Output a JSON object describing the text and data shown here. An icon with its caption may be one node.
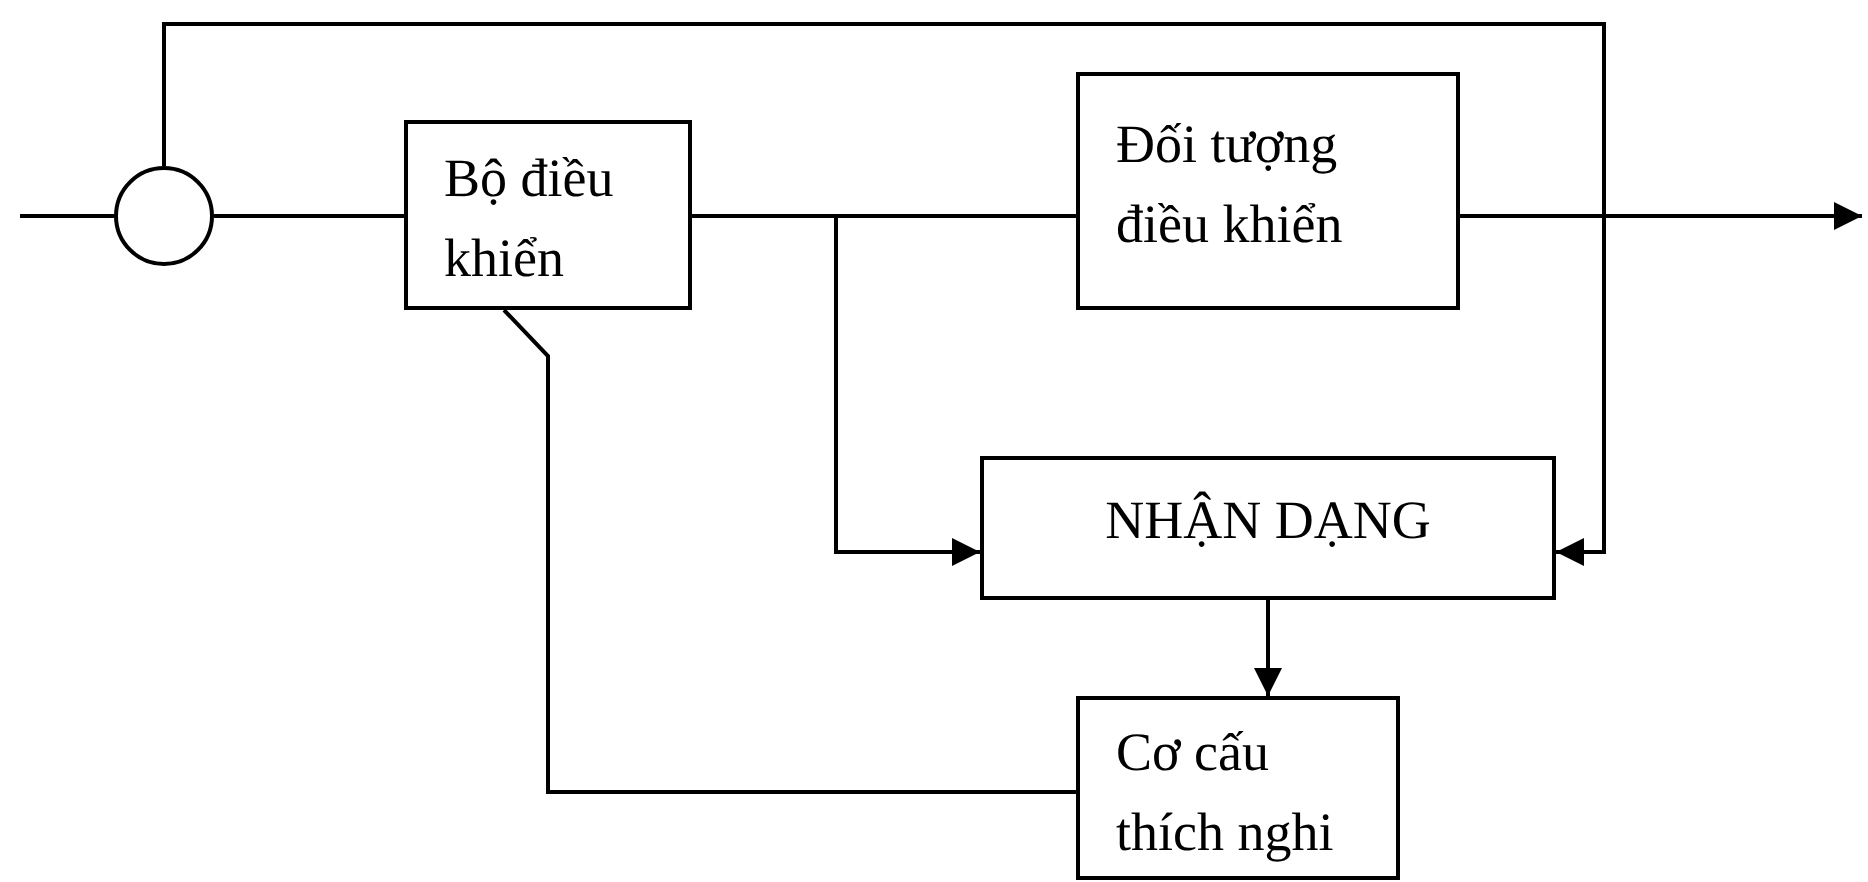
{
  "diagram": {
    "nodes": [
      {
        "text": [],
        "shape": "circle"
      },
      {
        "text": [
          "Bộ điều khiển"
        ]
      },
      {
        "text": [
          "Đối tượng điều khiển"
        ]
      },
      {
        "text": [
          "NHẬN DẠNG"
        ]
      },
      {
        "text": [
          "Cơ cấu thích nghi"
        ]
      }
    ],
    "edges": [
      {
        "from": null,
        "to": 0,
        "arrow": "none"
      },
      {
        "from": 0,
        "to": 1,
        "arrow": "none"
      },
      {
        "from": 1,
        "to": 2,
        "arrow": "none"
      },
      {
        "from": 2,
        "to": null,
        "arrow": "to"
      },
      {
        "from": 2,
        "to": 0,
        "arrow": "none"
      },
      {
        "from": 2,
        "to": 3,
        "arrow": "to"
      },
      {
        "from": 1,
        "to": 3,
        "arrow": "to"
      },
      {
        "from": 3,
        "to": 4,
        "arrow": "to"
      },
      {
        "from": 4,
        "to": 1,
        "arrow": "none"
      }
    ]
  }
}
